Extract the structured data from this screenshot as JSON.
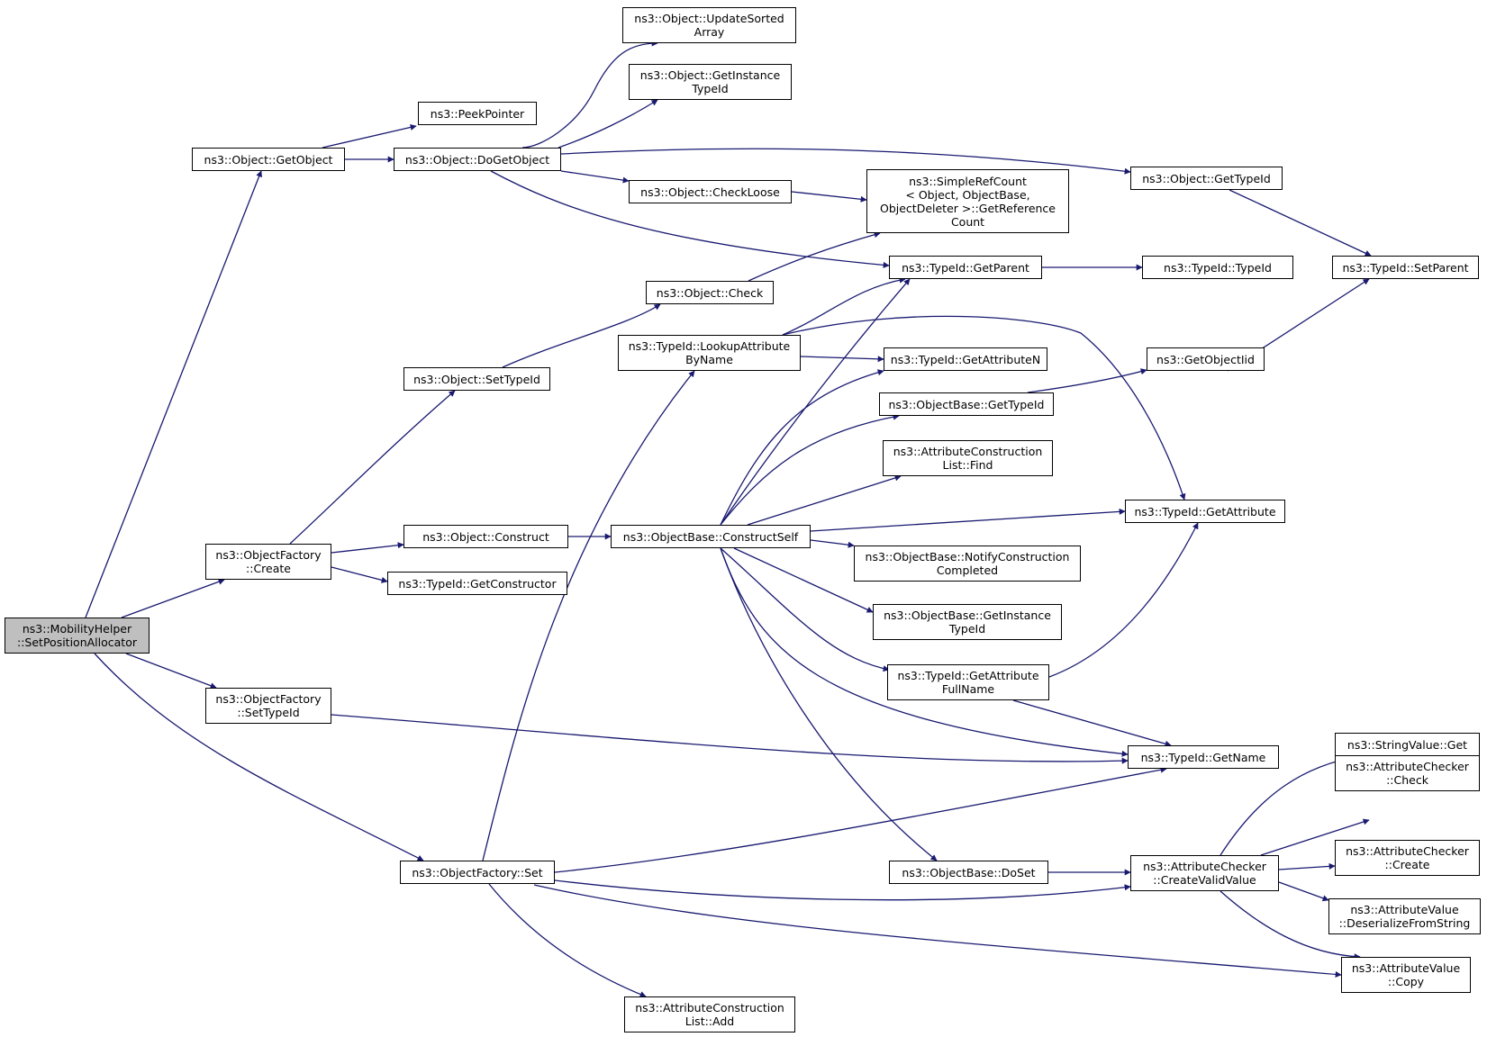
{
  "colors": {
    "edge": "#191970",
    "node_border": "#000000",
    "root_fill": "#bfbfbf"
  },
  "nodes": [
    {
      "id": "root",
      "lines": [
        "ns3::MobilityHelper",
        "::SetPositionAllocator"
      ],
      "root": true
    },
    {
      "id": "getobject",
      "lines": [
        "ns3::Object::GetObject"
      ]
    },
    {
      "id": "ofcreate",
      "lines": [
        "ns3::ObjectFactory",
        "::Create"
      ]
    },
    {
      "id": "ofsettypeid",
      "lines": [
        "ns3::ObjectFactory",
        "::SetTypeId"
      ]
    },
    {
      "id": "ofset",
      "lines": [
        "ns3::ObjectFactory::Set"
      ]
    },
    {
      "id": "peekpointer",
      "lines": [
        "ns3::PeekPointer"
      ]
    },
    {
      "id": "dogetobject",
      "lines": [
        "ns3::Object::DoGetObject"
      ]
    },
    {
      "id": "updatesorted",
      "lines": [
        "ns3::Object::UpdateSorted",
        "Array"
      ]
    },
    {
      "id": "getinstancetypeid",
      "lines": [
        "ns3::Object::GetInstance",
        "TypeId"
      ]
    },
    {
      "id": "checkloose",
      "lines": [
        "ns3::Object::CheckLoose"
      ]
    },
    {
      "id": "simplerefcount",
      "lines": [
        "ns3::SimpleRefCount",
        "< Object, ObjectBase,",
        "ObjectDeleter >::GetReference",
        "Count"
      ]
    },
    {
      "id": "objgettypeid",
      "lines": [
        "ns3::Object::GetTypeId"
      ]
    },
    {
      "id": "tidgetparent",
      "lines": [
        "ns3::TypeId::GetParent"
      ]
    },
    {
      "id": "tidtypeid",
      "lines": [
        "ns3::TypeId::TypeId"
      ]
    },
    {
      "id": "tidsetparent",
      "lines": [
        "ns3::TypeId::SetParent"
      ]
    },
    {
      "id": "objcheck",
      "lines": [
        "ns3::Object::Check"
      ]
    },
    {
      "id": "objsettypeid",
      "lines": [
        "ns3::Object::SetTypeId"
      ]
    },
    {
      "id": "lookupattr",
      "lines": [
        "ns3::TypeId::LookupAttribute",
        "ByName"
      ]
    },
    {
      "id": "getattributen",
      "lines": [
        "ns3::TypeId::GetAttributeN"
      ]
    },
    {
      "id": "getobjectiid",
      "lines": [
        "ns3::GetObjectIid"
      ]
    },
    {
      "id": "obgettypeid",
      "lines": [
        "ns3::ObjectBase::GetTypeId"
      ]
    },
    {
      "id": "aclfind",
      "lines": [
        "ns3::AttributeConstruction",
        "List::Find"
      ]
    },
    {
      "id": "tidgetattribute",
      "lines": [
        "ns3::TypeId::GetAttribute"
      ]
    },
    {
      "id": "objconstruct",
      "lines": [
        "ns3::Object::Construct"
      ]
    },
    {
      "id": "constructself",
      "lines": [
        "ns3::ObjectBase::ConstructSelf"
      ]
    },
    {
      "id": "getconstructor",
      "lines": [
        "ns3::TypeId::GetConstructor"
      ]
    },
    {
      "id": "notifyconstruction",
      "lines": [
        "ns3::ObjectBase::NotifyConstruction",
        "Completed"
      ]
    },
    {
      "id": "obgetinstancetypeid",
      "lines": [
        "ns3::ObjectBase::GetInstance",
        "TypeId"
      ]
    },
    {
      "id": "getattrfullname",
      "lines": [
        "ns3::TypeId::GetAttribute",
        "FullName"
      ]
    },
    {
      "id": "tidgetname",
      "lines": [
        "ns3::TypeId::GetName"
      ]
    },
    {
      "id": "stringvalueget",
      "lines": [
        "ns3::StringValue::Get"
      ]
    },
    {
      "id": "accheck",
      "lines": [
        "ns3::AttributeChecker",
        "::Check"
      ]
    },
    {
      "id": "accreate",
      "lines": [
        "ns3::AttributeChecker",
        "::Create"
      ]
    },
    {
      "id": "obdoset",
      "lines": [
        "ns3::ObjectBase::DoSet"
      ]
    },
    {
      "id": "createvalid",
      "lines": [
        "ns3::AttributeChecker",
        "::CreateValidValue"
      ]
    },
    {
      "id": "avdeserialize",
      "lines": [
        "ns3::AttributeValue",
        "::DeserializeFromString"
      ]
    },
    {
      "id": "avcopy",
      "lines": [
        "ns3::AttributeValue",
        "::Copy"
      ]
    },
    {
      "id": "acladd",
      "lines": [
        "ns3::AttributeConstruction",
        "List::Add"
      ]
    }
  ]
}
